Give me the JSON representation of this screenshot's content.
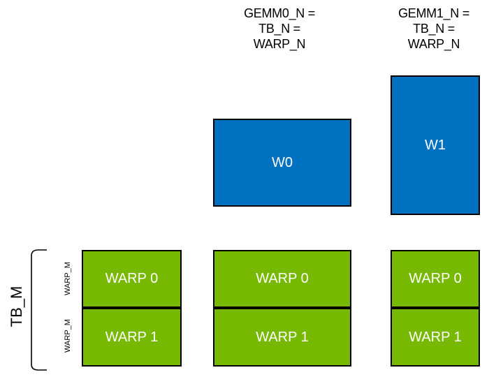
{
  "palette": {
    "blue": "#0070C0",
    "green": "#76B900",
    "outline": "#000000",
    "label_text": "#000000",
    "box_text": "#FFFFFF",
    "background": "#FFFFFF"
  },
  "headers": {
    "gemm0": {
      "line1": "GEMM0_N =",
      "line2": "TB_N =",
      "line3": "WARP_N"
    },
    "gemm1": {
      "line1": "GEMM1_N =",
      "line2": "TB_N =",
      "line3": "WARP_N"
    }
  },
  "blue_boxes": {
    "w0": {
      "label": "W0"
    },
    "w1": {
      "label": "W1"
    }
  },
  "warp_groups": {
    "left": {
      "warp0": "WARP 0",
      "warp1": "WARP 1"
    },
    "middle": {
      "warp0": "WARP 0",
      "warp1": "WARP 1"
    },
    "right": {
      "warp0": "WARP 0",
      "warp1": "WARP 1"
    }
  },
  "side_labels": {
    "tb_m": "TB_M",
    "warp_m_top": "WARP_M",
    "warp_m_bottom": "WARP_M"
  }
}
